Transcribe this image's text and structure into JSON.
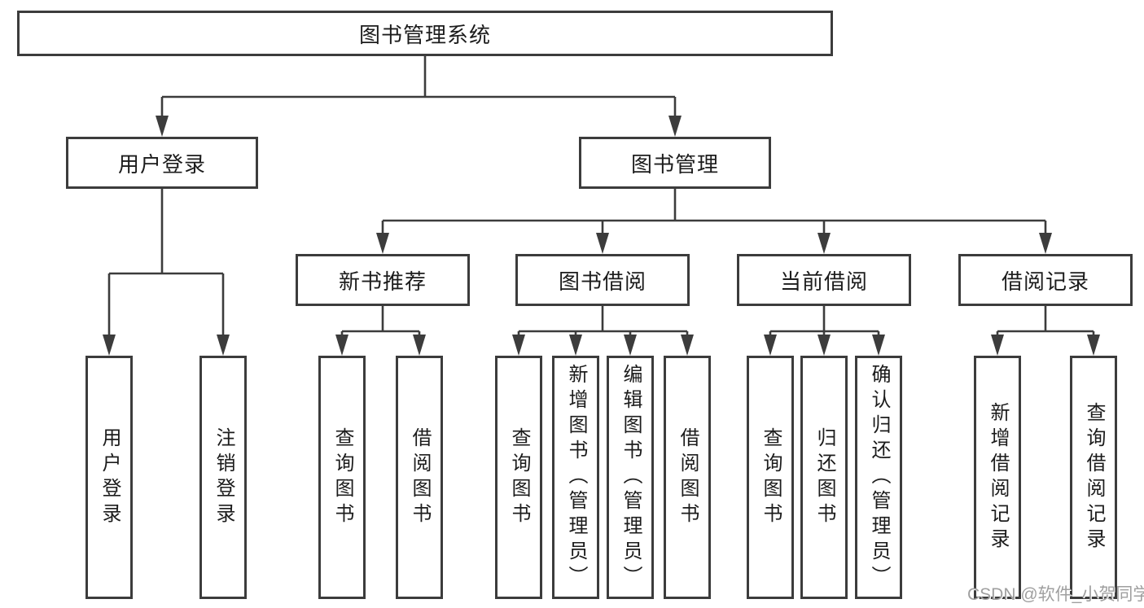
{
  "diagram_title": "图书管理系统",
  "colors": {
    "line": "#3c3c3c",
    "box_border": "#3c3c3c",
    "text": "#1c1c1c",
    "background": "#ffffff",
    "watermark": "#9f9f9f"
  },
  "nodes": {
    "root": {
      "label": "图书管理系统"
    },
    "level2": [
      {
        "label": "用户登录"
      },
      {
        "label": "图书管理"
      }
    ],
    "level3": [
      {
        "label": "新书推荐"
      },
      {
        "label": "图书借阅"
      },
      {
        "label": "当前借阅"
      },
      {
        "label": "借阅记录"
      }
    ],
    "leaves": [
      {
        "label": "用户登录",
        "parent": "用户登录"
      },
      {
        "label": "注销登录",
        "parent": "用户登录"
      },
      {
        "label": "查询图书",
        "parent": "新书推荐"
      },
      {
        "label": "借阅图书",
        "parent": "新书推荐"
      },
      {
        "label": "查询图书",
        "parent": "图书借阅"
      },
      {
        "label": "新增图书（管理员）",
        "parent": "图书借阅"
      },
      {
        "label": "编辑图书（管理员）",
        "parent": "图书借阅"
      },
      {
        "label": "借阅图书",
        "parent": "图书借阅"
      },
      {
        "label": "查询图书",
        "parent": "当前借阅"
      },
      {
        "label": "归还图书",
        "parent": "当前借阅"
      },
      {
        "label": "确认归还（管理员）",
        "parent": "当前借阅"
      },
      {
        "label": "新增借阅记录",
        "parent": "借阅记录"
      },
      {
        "label": "查询借阅记录",
        "parent": "借阅记录"
      }
    ]
  },
  "watermark": "CSDN @软件_小贺同学"
}
